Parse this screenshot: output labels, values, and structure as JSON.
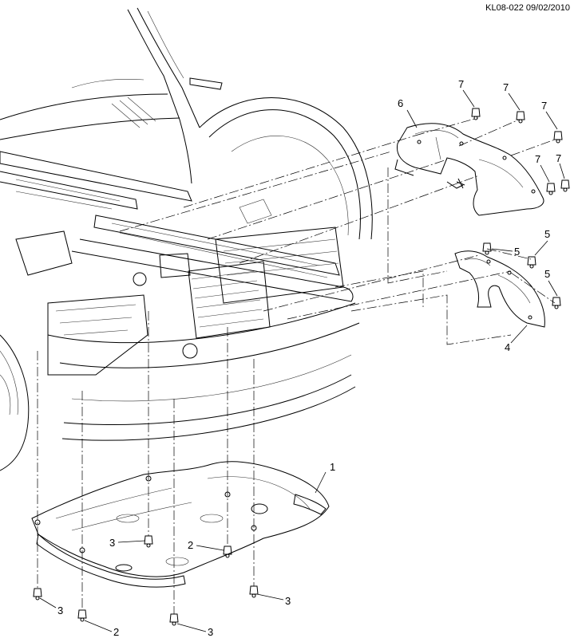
{
  "header": {
    "drawing_id": "KL08-022 09/02/2010"
  },
  "callouts": {
    "c1": "1",
    "c2a": "2",
    "c2b": "2",
    "c3a": "3",
    "c3b": "3",
    "c3c": "3",
    "c3d": "3",
    "c4": "4",
    "c5a": "5",
    "c5b": "5",
    "c5c": "5",
    "c6": "6",
    "c7a": "7",
    "c7b": "7",
    "c7c": "7",
    "c7d": "7",
    "c7e": "7"
  }
}
